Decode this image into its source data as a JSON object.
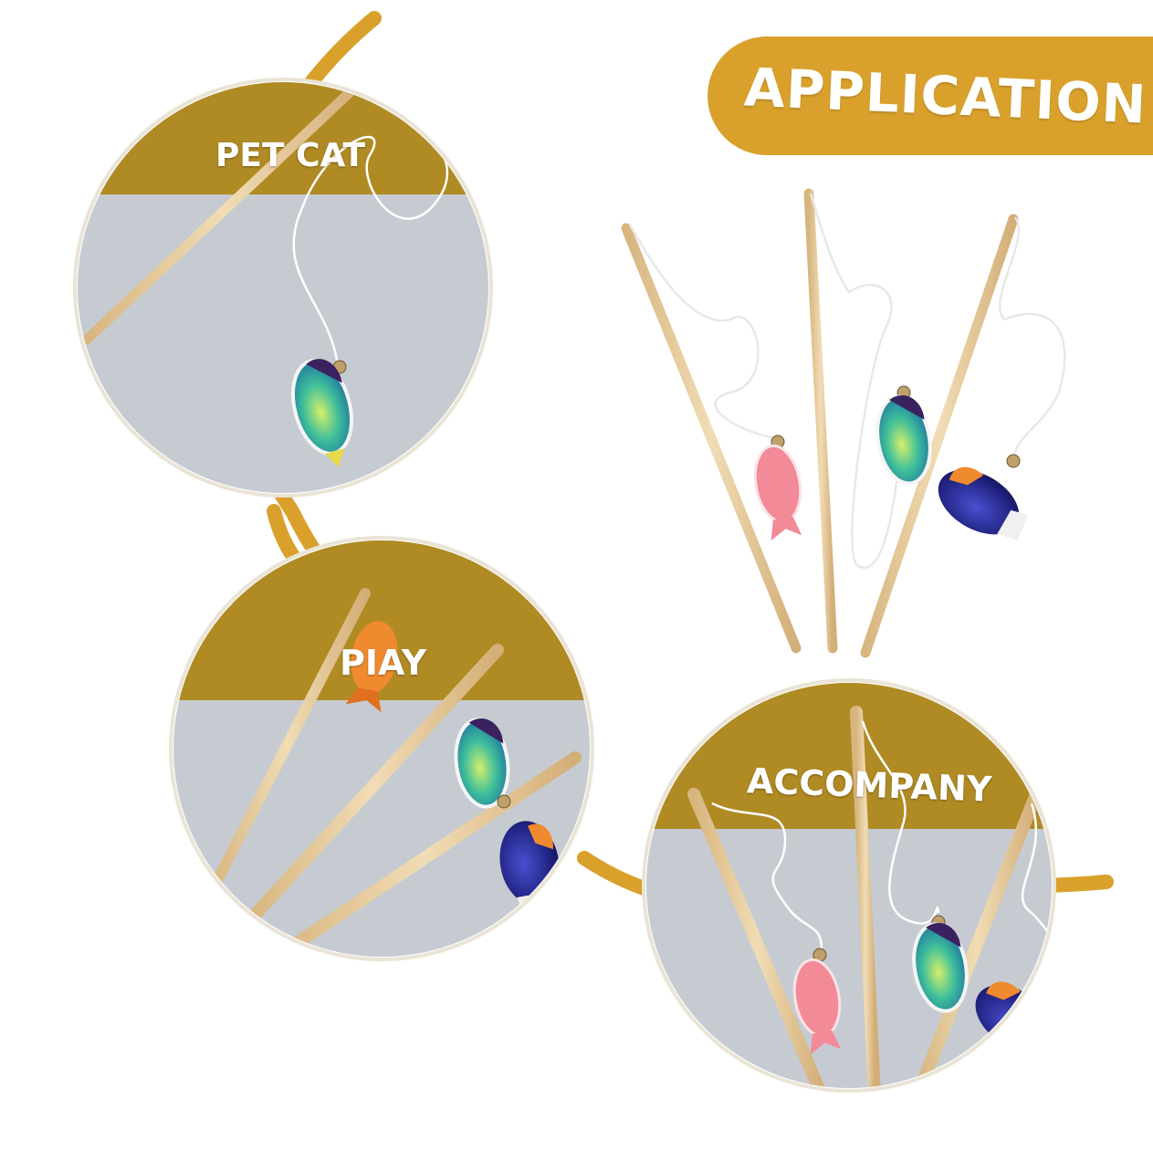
{
  "header": {
    "title": "APPLICATION"
  },
  "panels": [
    {
      "label": "PET CAT"
    },
    {
      "label": "PIAY"
    },
    {
      "label": "ACCOMPANY"
    }
  ],
  "colors": {
    "accent": "#d9a12c",
    "band": "#b08a23",
    "panel_bg": "#c5cbd1",
    "wood": "#e6c99c"
  }
}
